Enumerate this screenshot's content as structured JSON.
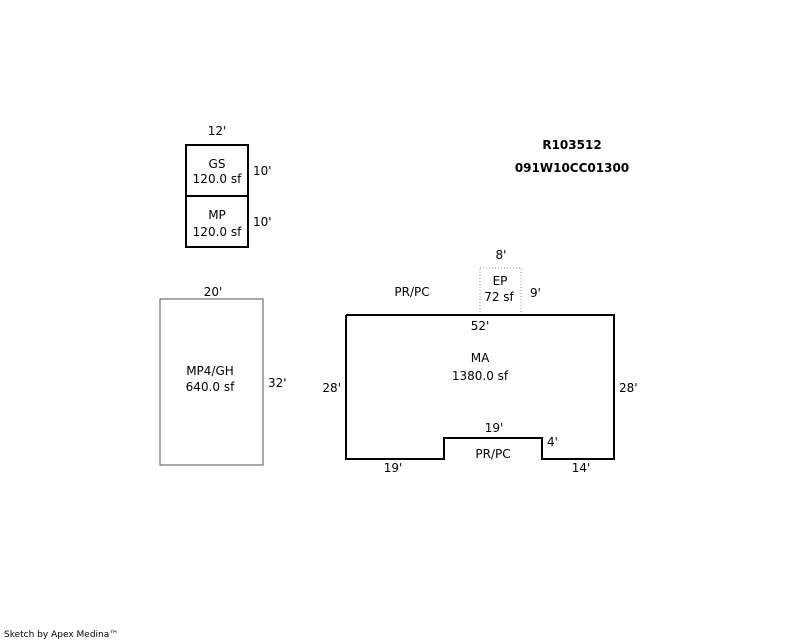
{
  "parcel": {
    "id": "R103512",
    "map_number": "091W10CC01300"
  },
  "areas": {
    "gs": {
      "code": "GS",
      "area": "120.0 sf"
    },
    "mp": {
      "code": "MP",
      "area": "120.0 sf"
    },
    "mp4gh": {
      "code": "MP4/GH",
      "area": "640.0 sf"
    },
    "ep": {
      "code": "EP",
      "area": "72 sf"
    },
    "ma": {
      "code": "MA",
      "area": "1380.0 sf"
    }
  },
  "dimensions": {
    "gs_width": "12'",
    "gs_height": "10'",
    "mp_height": "10'",
    "mp4gh_width": "20'",
    "mp4gh_height": "32'",
    "ep_width": "8'",
    "ep_height": "9'",
    "ma_top": "52'",
    "ma_left": "28'",
    "ma_right": "28'",
    "ma_notch_width": "19'",
    "ma_notch_depth": "4'",
    "ma_bottom_left": "19'",
    "ma_bottom_right": "14'"
  },
  "notes": {
    "porch_top": "PR/PC",
    "porch_bottom": "PR/PC"
  },
  "footer": {
    "credit": "Sketch by Apex Medina™"
  }
}
